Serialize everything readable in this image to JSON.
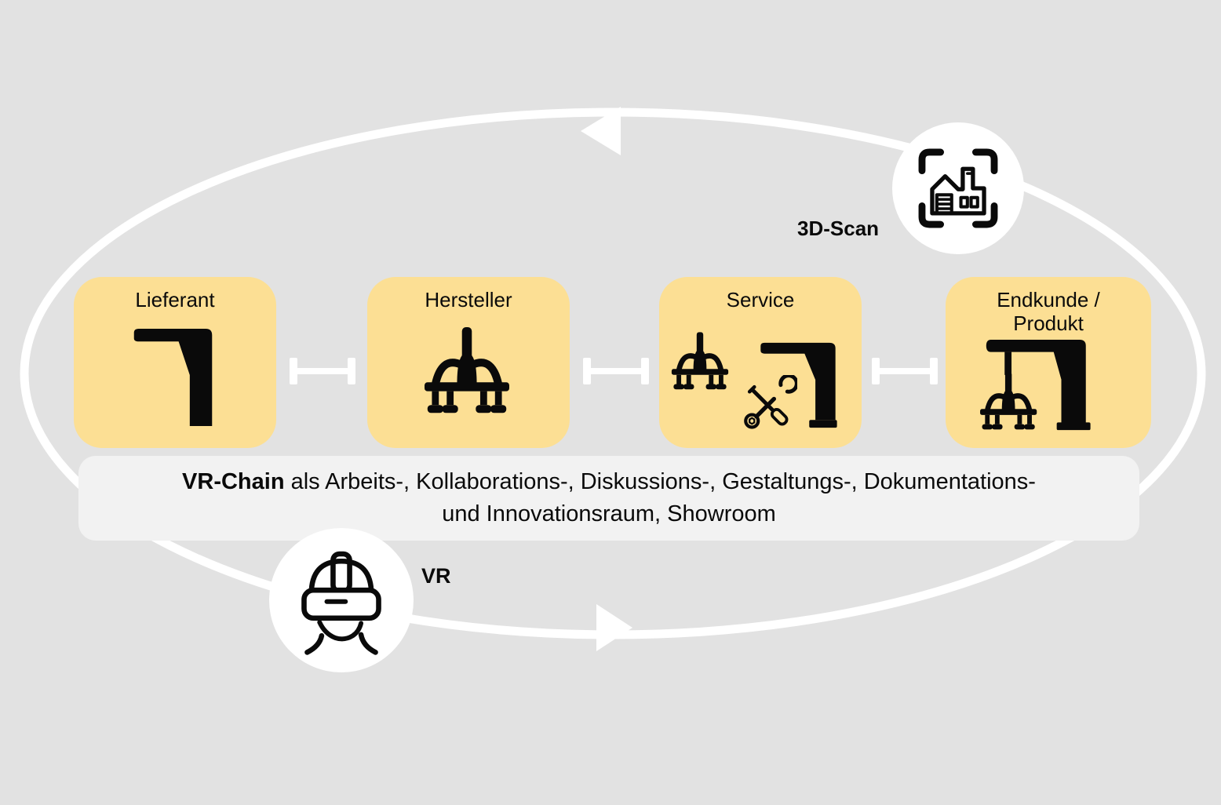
{
  "colors": {
    "background": "#E2E2E2",
    "box": "#FCDF94",
    "banner": "#F2F2F2",
    "line": "#FFFFFF",
    "ink": "#0A0A0A"
  },
  "boxes": {
    "lieferant": {
      "title": "Lieferant",
      "icon": "crane-jib-part-icon"
    },
    "hersteller": {
      "title": "Hersteller",
      "icon": "vacuum-gripper-icon"
    },
    "service": {
      "title": "Service",
      "icons": [
        "vacuum-gripper-icon",
        "service-tools-icon",
        "crane-jib-part-icon"
      ]
    },
    "endkunde": {
      "title_line1": "Endkunde /",
      "title_line2": "Produkt",
      "icon": "jib-crane-with-gripper-icon"
    }
  },
  "banner": {
    "bold": "VR-Chain",
    "line1_rest": " als Arbeits-, Kollaborations-, Diskussions-, Gestaltungs-, Dokumentations-",
    "line2": "und Innovationsraum, Showroom"
  },
  "badges": {
    "scan": {
      "label": "3D-Scan",
      "icon": "3d-scan-factory-icon"
    },
    "vr": {
      "label": "VR",
      "icon": "vr-headset-icon"
    }
  }
}
